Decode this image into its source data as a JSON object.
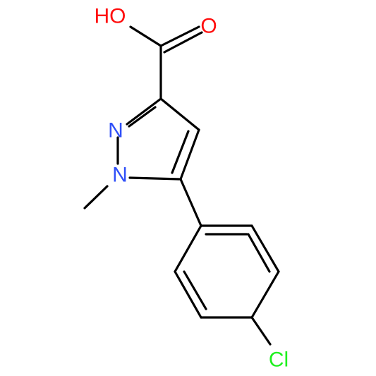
{
  "molecule": {
    "atoms": [
      {
        "id": "o-hydroxyl",
        "label": "HO",
        "color": "#ff0d0d"
      },
      {
        "id": "o-carbonyl",
        "label": "O",
        "color": "#ff0d0d"
      },
      {
        "id": "n2",
        "label": "N",
        "color": "#3050f8"
      },
      {
        "id": "n1",
        "label": "N",
        "color": "#3050f8"
      },
      {
        "id": "cl",
        "label": "Cl",
        "color": "#1ff01f"
      }
    ],
    "bond_color": "#000000"
  }
}
